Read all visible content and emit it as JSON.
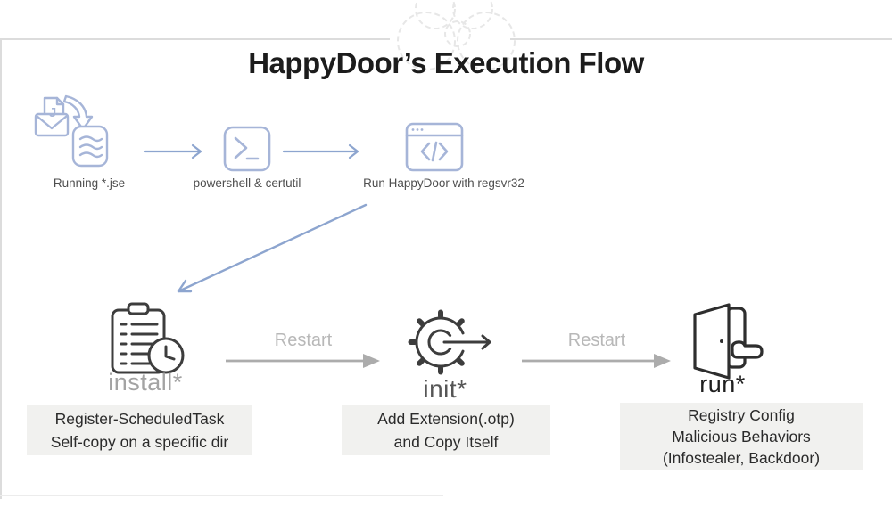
{
  "title": "HappyDoor’s Execution Flow",
  "watermark_icon": "biohazard-watermark-icon",
  "top_flow": {
    "steps": [
      {
        "icon": "email-script-icon",
        "label": "Running *.jse"
      },
      {
        "icon": "powershell-icon",
        "label": "powershell & certutil"
      },
      {
        "icon": "browser-code-icon",
        "label": "Run HappyDoor with regsvr32"
      }
    ],
    "connector_icon": "flow-arrow-icon"
  },
  "bottom_flow": {
    "install": {
      "icon": "clipboard-schedule-icon",
      "label": "install*",
      "desc": [
        "Register-ScheduledTask",
        "Self-copy on a specific dir"
      ]
    },
    "restart1": "Restart",
    "init": {
      "icon": "gear-init-icon",
      "label": "init*",
      "desc": [
        "Add Extension(.otp)",
        "and Copy Itself"
      ]
    },
    "restart2": "Restart",
    "run": {
      "icon": "open-door-icon",
      "label": "run*",
      "desc": [
        "Registry Config",
        "Malicious Behaviors",
        "(Infostealer, Backdoor)"
      ]
    }
  },
  "colors": {
    "flow_blue": "#8da5cf",
    "icon_blue": "#a6b5d8",
    "icon_dark": "#3d3d3d",
    "restart_gray": "#acacac",
    "note_box_bg": "#f1f1ef",
    "frame_gray": "#dcdcdc",
    "title_text": "#1c1c1c"
  }
}
